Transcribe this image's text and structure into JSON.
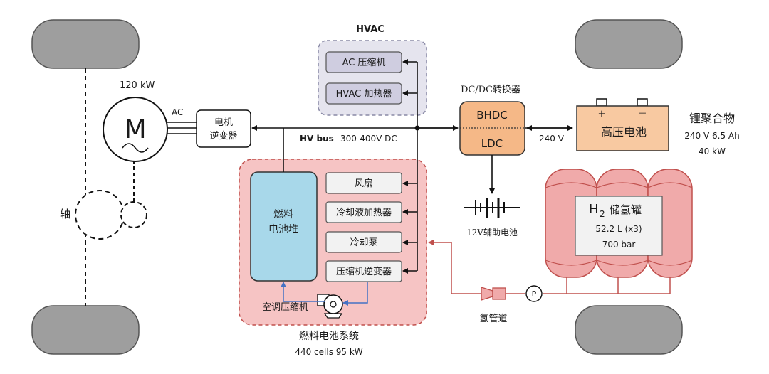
{
  "motor": {
    "power": "120 kW",
    "symbol": "M",
    "ac": "AC"
  },
  "axle": {
    "label": "轴"
  },
  "inverter": {
    "line1": "电机",
    "line2": "逆变器"
  },
  "hvac": {
    "title": "HVAC",
    "items": [
      "AC 压缩机",
      "HVAC 加热器"
    ]
  },
  "bus": {
    "name": "HV bus",
    "voltage": "300-400V DC"
  },
  "dcdc": {
    "title": "DC/DC转换器",
    "top": "BHDC",
    "bottom": "LDC",
    "link": "240 V"
  },
  "battery": {
    "label": "高压电池",
    "plus": "+",
    "minus": "—",
    "chem": "锂聚合物",
    "spec": "240 V 6.5 Ah",
    "power": "40 kW"
  },
  "aux_battery": {
    "label": "12V辅助电池"
  },
  "fuel_cell": {
    "stack_line1": "燃料",
    "stack_line2": "电池堆",
    "components": [
      "风扇",
      "冷却液加热器",
      "冷却泵",
      "压缩机逆变器"
    ],
    "compressor": "空调压缩机",
    "system": "燃料电池系统",
    "spec": "440 cells 95 kW"
  },
  "h2": {
    "symbol": "H",
    "sub": "2",
    "label": "储氢罐",
    "volume": "52.2 L (x3)",
    "pressure": "700 bar"
  },
  "pipe": {
    "label": "氢管道",
    "gauge": "P"
  },
  "colors": {
    "wheel": "#9e9e9e",
    "hvac_bg": "#e5e4ee",
    "fc_bg": "#f6c4c4",
    "stack": "#a8d8ea",
    "dcdc": "#f5b887",
    "battery": "#f8c9a1",
    "tank": "#f0aaaa",
    "pipe": "#c0504d",
    "signal": "#4472c4"
  }
}
